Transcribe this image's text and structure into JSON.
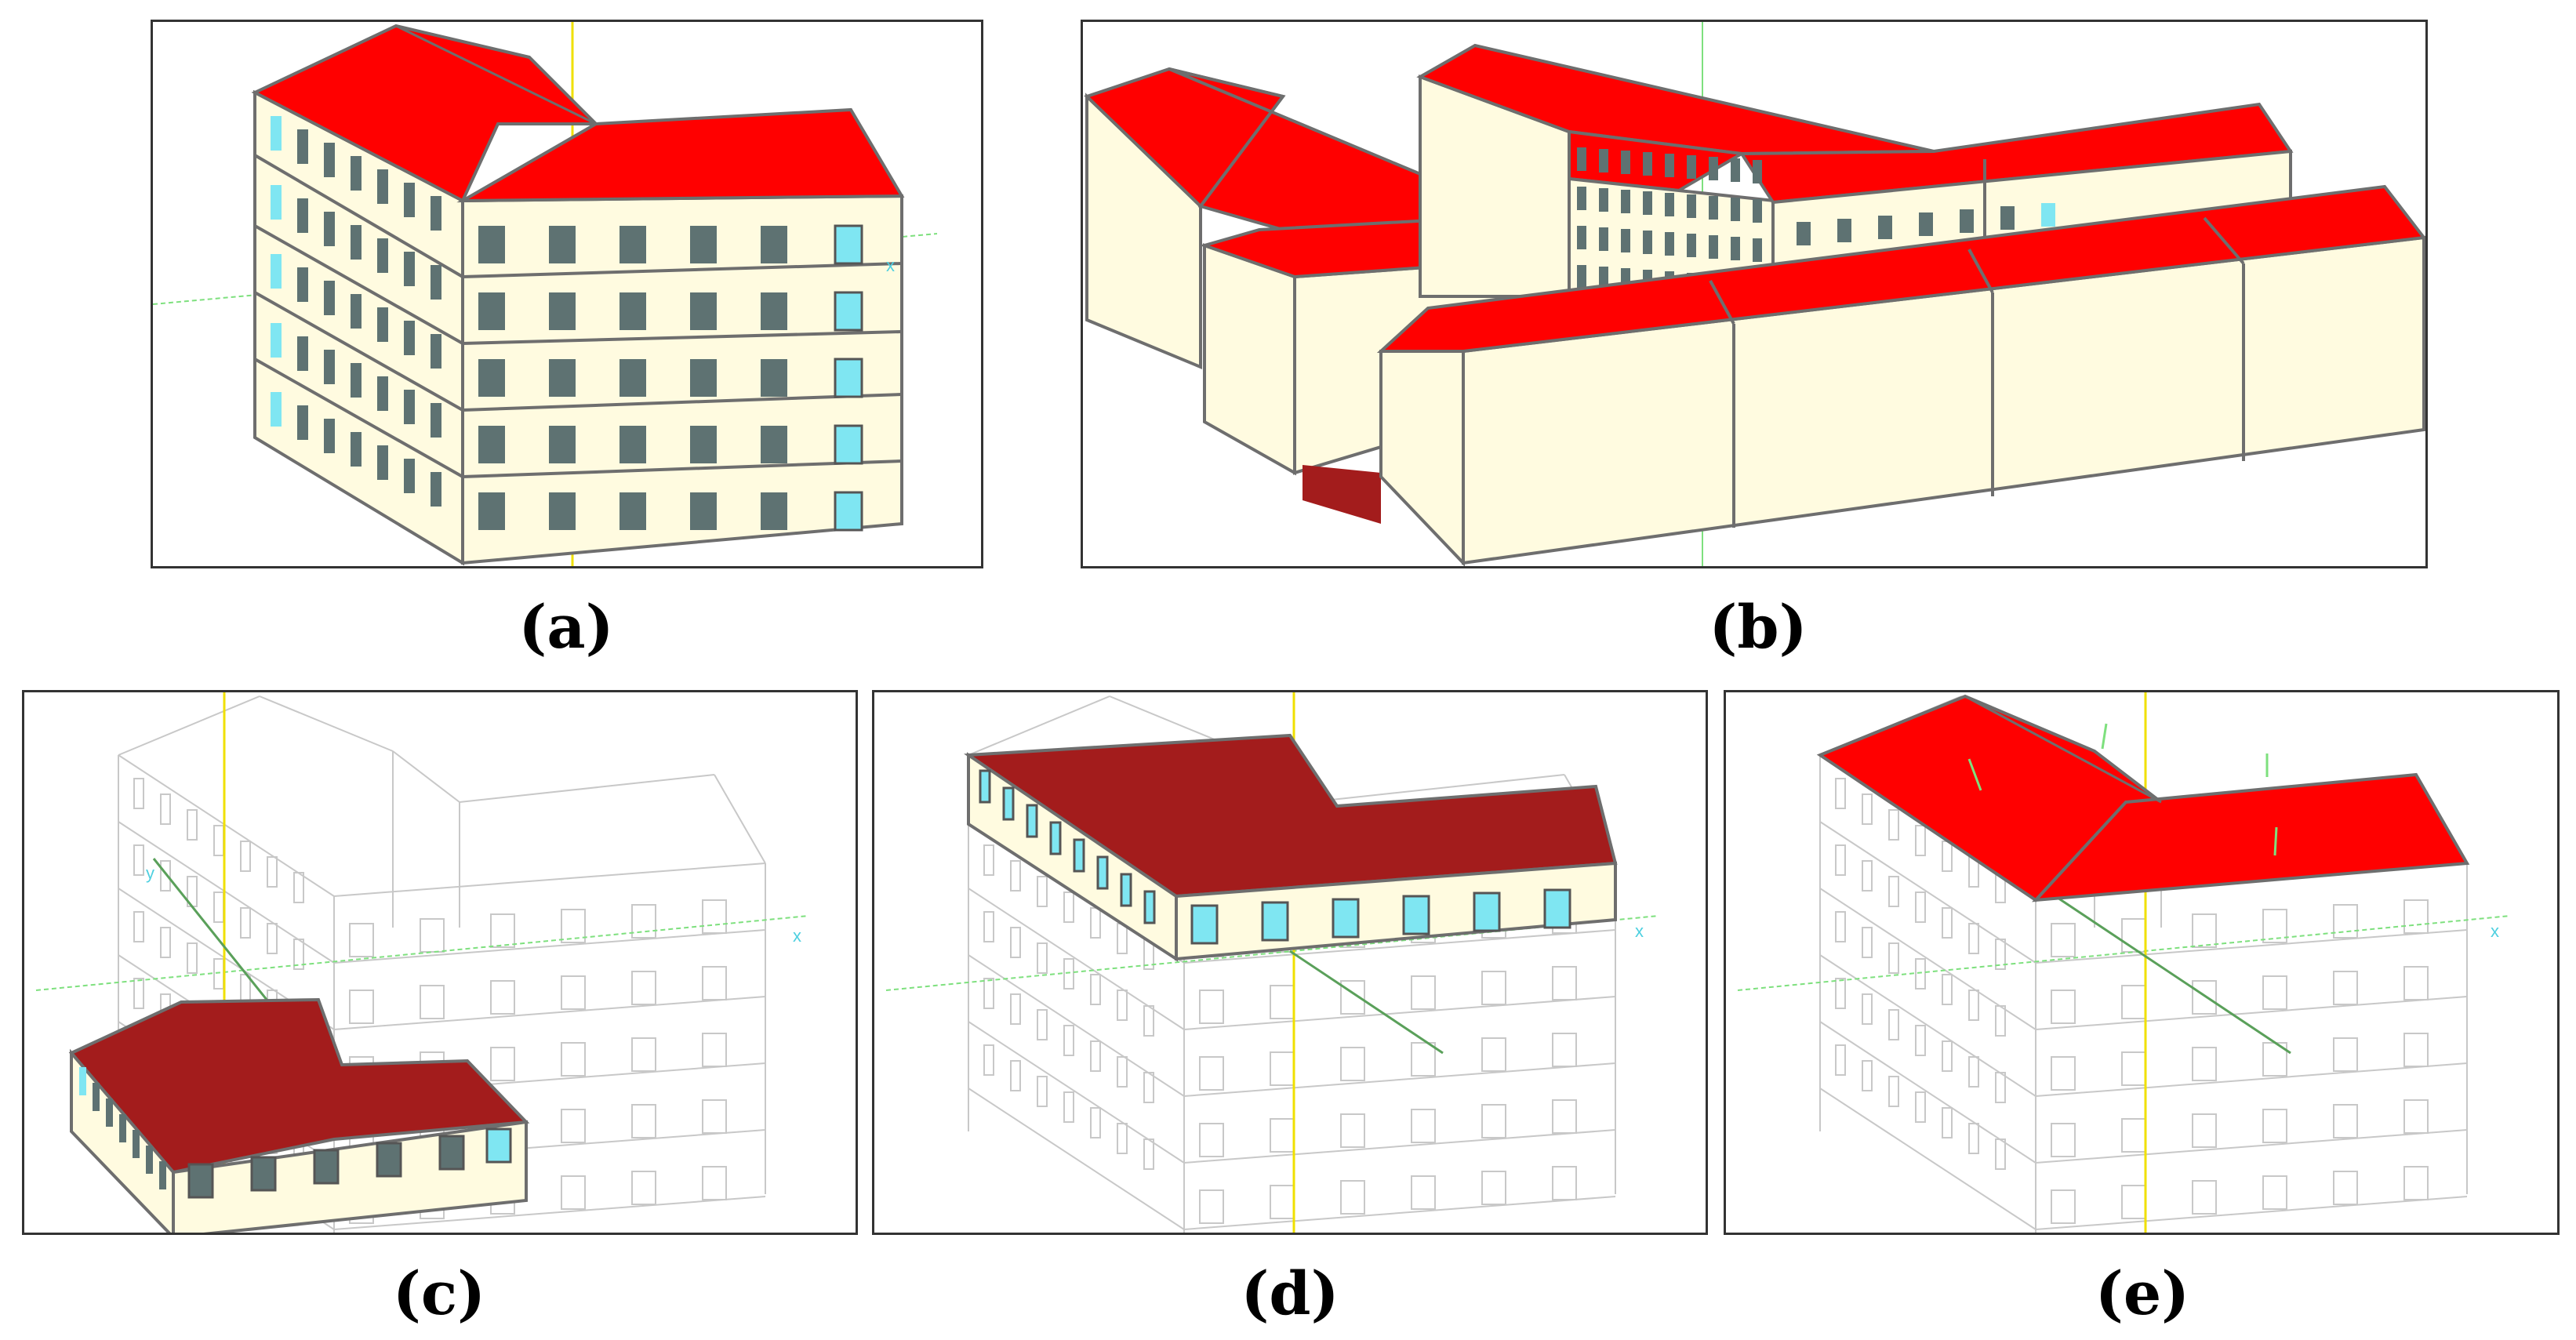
{
  "figure": {
    "panels": [
      {
        "id": "a",
        "label": "(a)",
        "view": "full-building-solid",
        "axis_label": "x"
      },
      {
        "id": "b",
        "label": "(b)",
        "view": "building-block-complex"
      },
      {
        "id": "c",
        "label": "(c)",
        "view": "ground-floor-zone-highlighted",
        "axis_labels": [
          "x",
          "y"
        ]
      },
      {
        "id": "d",
        "label": "(d)",
        "view": "top-floor-zone-highlighted",
        "axis_label": "x"
      },
      {
        "id": "e",
        "label": "(e)",
        "view": "roof-zone-highlighted",
        "axis_label": "x"
      }
    ]
  },
  "colors": {
    "roof_red": "#ff0000",
    "floor_darkred": "#a31c1c",
    "wall_cream": "#fffbe0",
    "window_gray": "#5e7272",
    "window_cyan": "#7fe6f2",
    "axis_green": "#7ee07e",
    "axis_yellow": "#f0e000",
    "edge_gray": "#6e6e6e",
    "wireframe_gray": "#c8c8c8"
  }
}
